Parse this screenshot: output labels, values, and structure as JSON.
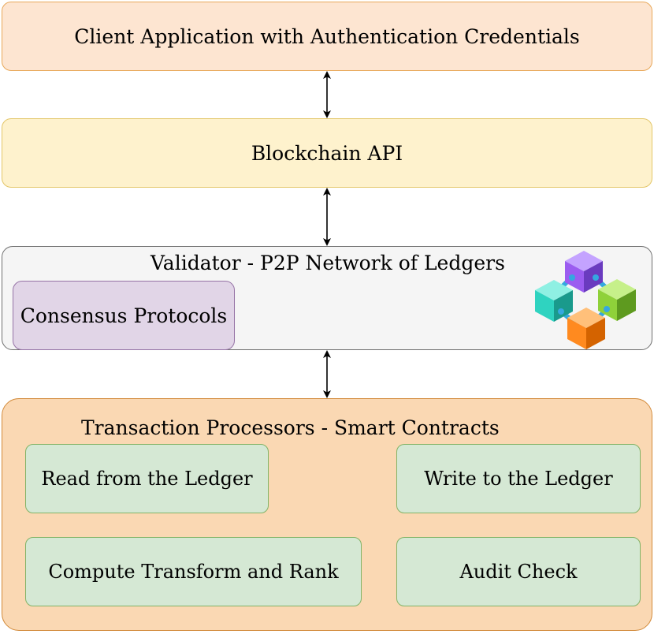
{
  "diagram": {
    "client": {
      "label": "Client Application with Authentication Credentials"
    },
    "api": {
      "label": "Blockchain API"
    },
    "validator": {
      "title": "Validator - P2P Network of Ledgers",
      "consensus": "Consensus Protocols"
    },
    "transaction_processors": {
      "title": "Transaction Processors - Smart Contracts",
      "read": "Read from the Ledger",
      "write": "Write to the Ledger",
      "compute": "Compute Transform and Rank",
      "audit": "Audit Check"
    },
    "colors": {
      "client_fill": "#fde5d1",
      "api_fill": "#fef2cd",
      "validator_fill": "#f5f5f5",
      "consensus_fill": "#e1d5e7",
      "tp_fill": "#fad8b3",
      "function_fill": "#d5e8d4",
      "cube_purple": "#9b5cf0",
      "cube_teal": "#2fd3c0",
      "cube_green": "#8fd13a",
      "cube_orange": "#ff8a1f",
      "link_blue": "#35a8e0"
    },
    "icons": [
      "blockchain-cubes-icon"
    ]
  }
}
